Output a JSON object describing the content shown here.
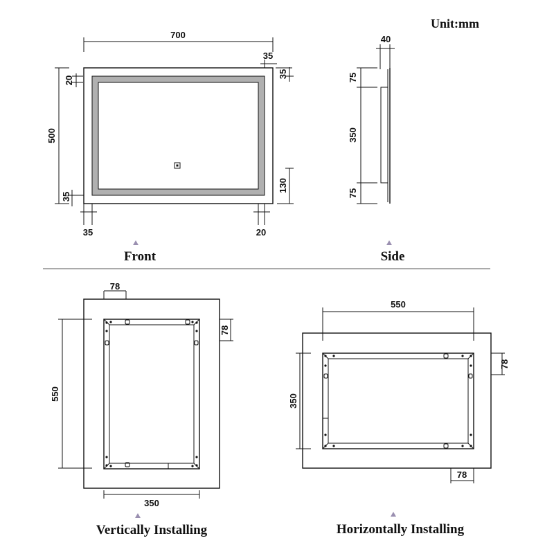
{
  "unit_label": "Unit:mm",
  "front": {
    "caption": "Front",
    "width": "700",
    "height": "500",
    "top_right_inset": "35",
    "top_right_v": "35",
    "top_left_v": "20",
    "bottom_left_v": "35",
    "bottom_left_h": "35",
    "bottom_right_h": "20",
    "right_lower_v": "130"
  },
  "side": {
    "caption": "Side",
    "depth": "40",
    "top": "75",
    "middle": "350",
    "bottom": "75"
  },
  "vertical": {
    "caption": "Vertically Installing",
    "top_offset": "78",
    "right_offset": "78",
    "height": "550",
    "width": "350"
  },
  "horizontal": {
    "caption": "Horizontally Installing",
    "width": "550",
    "right_offset": "78",
    "height": "350",
    "bottom_offset": "78"
  },
  "colors": {
    "line": "#111111",
    "led_strip": "#b0b0b0",
    "marker": "#9a8fb0"
  }
}
